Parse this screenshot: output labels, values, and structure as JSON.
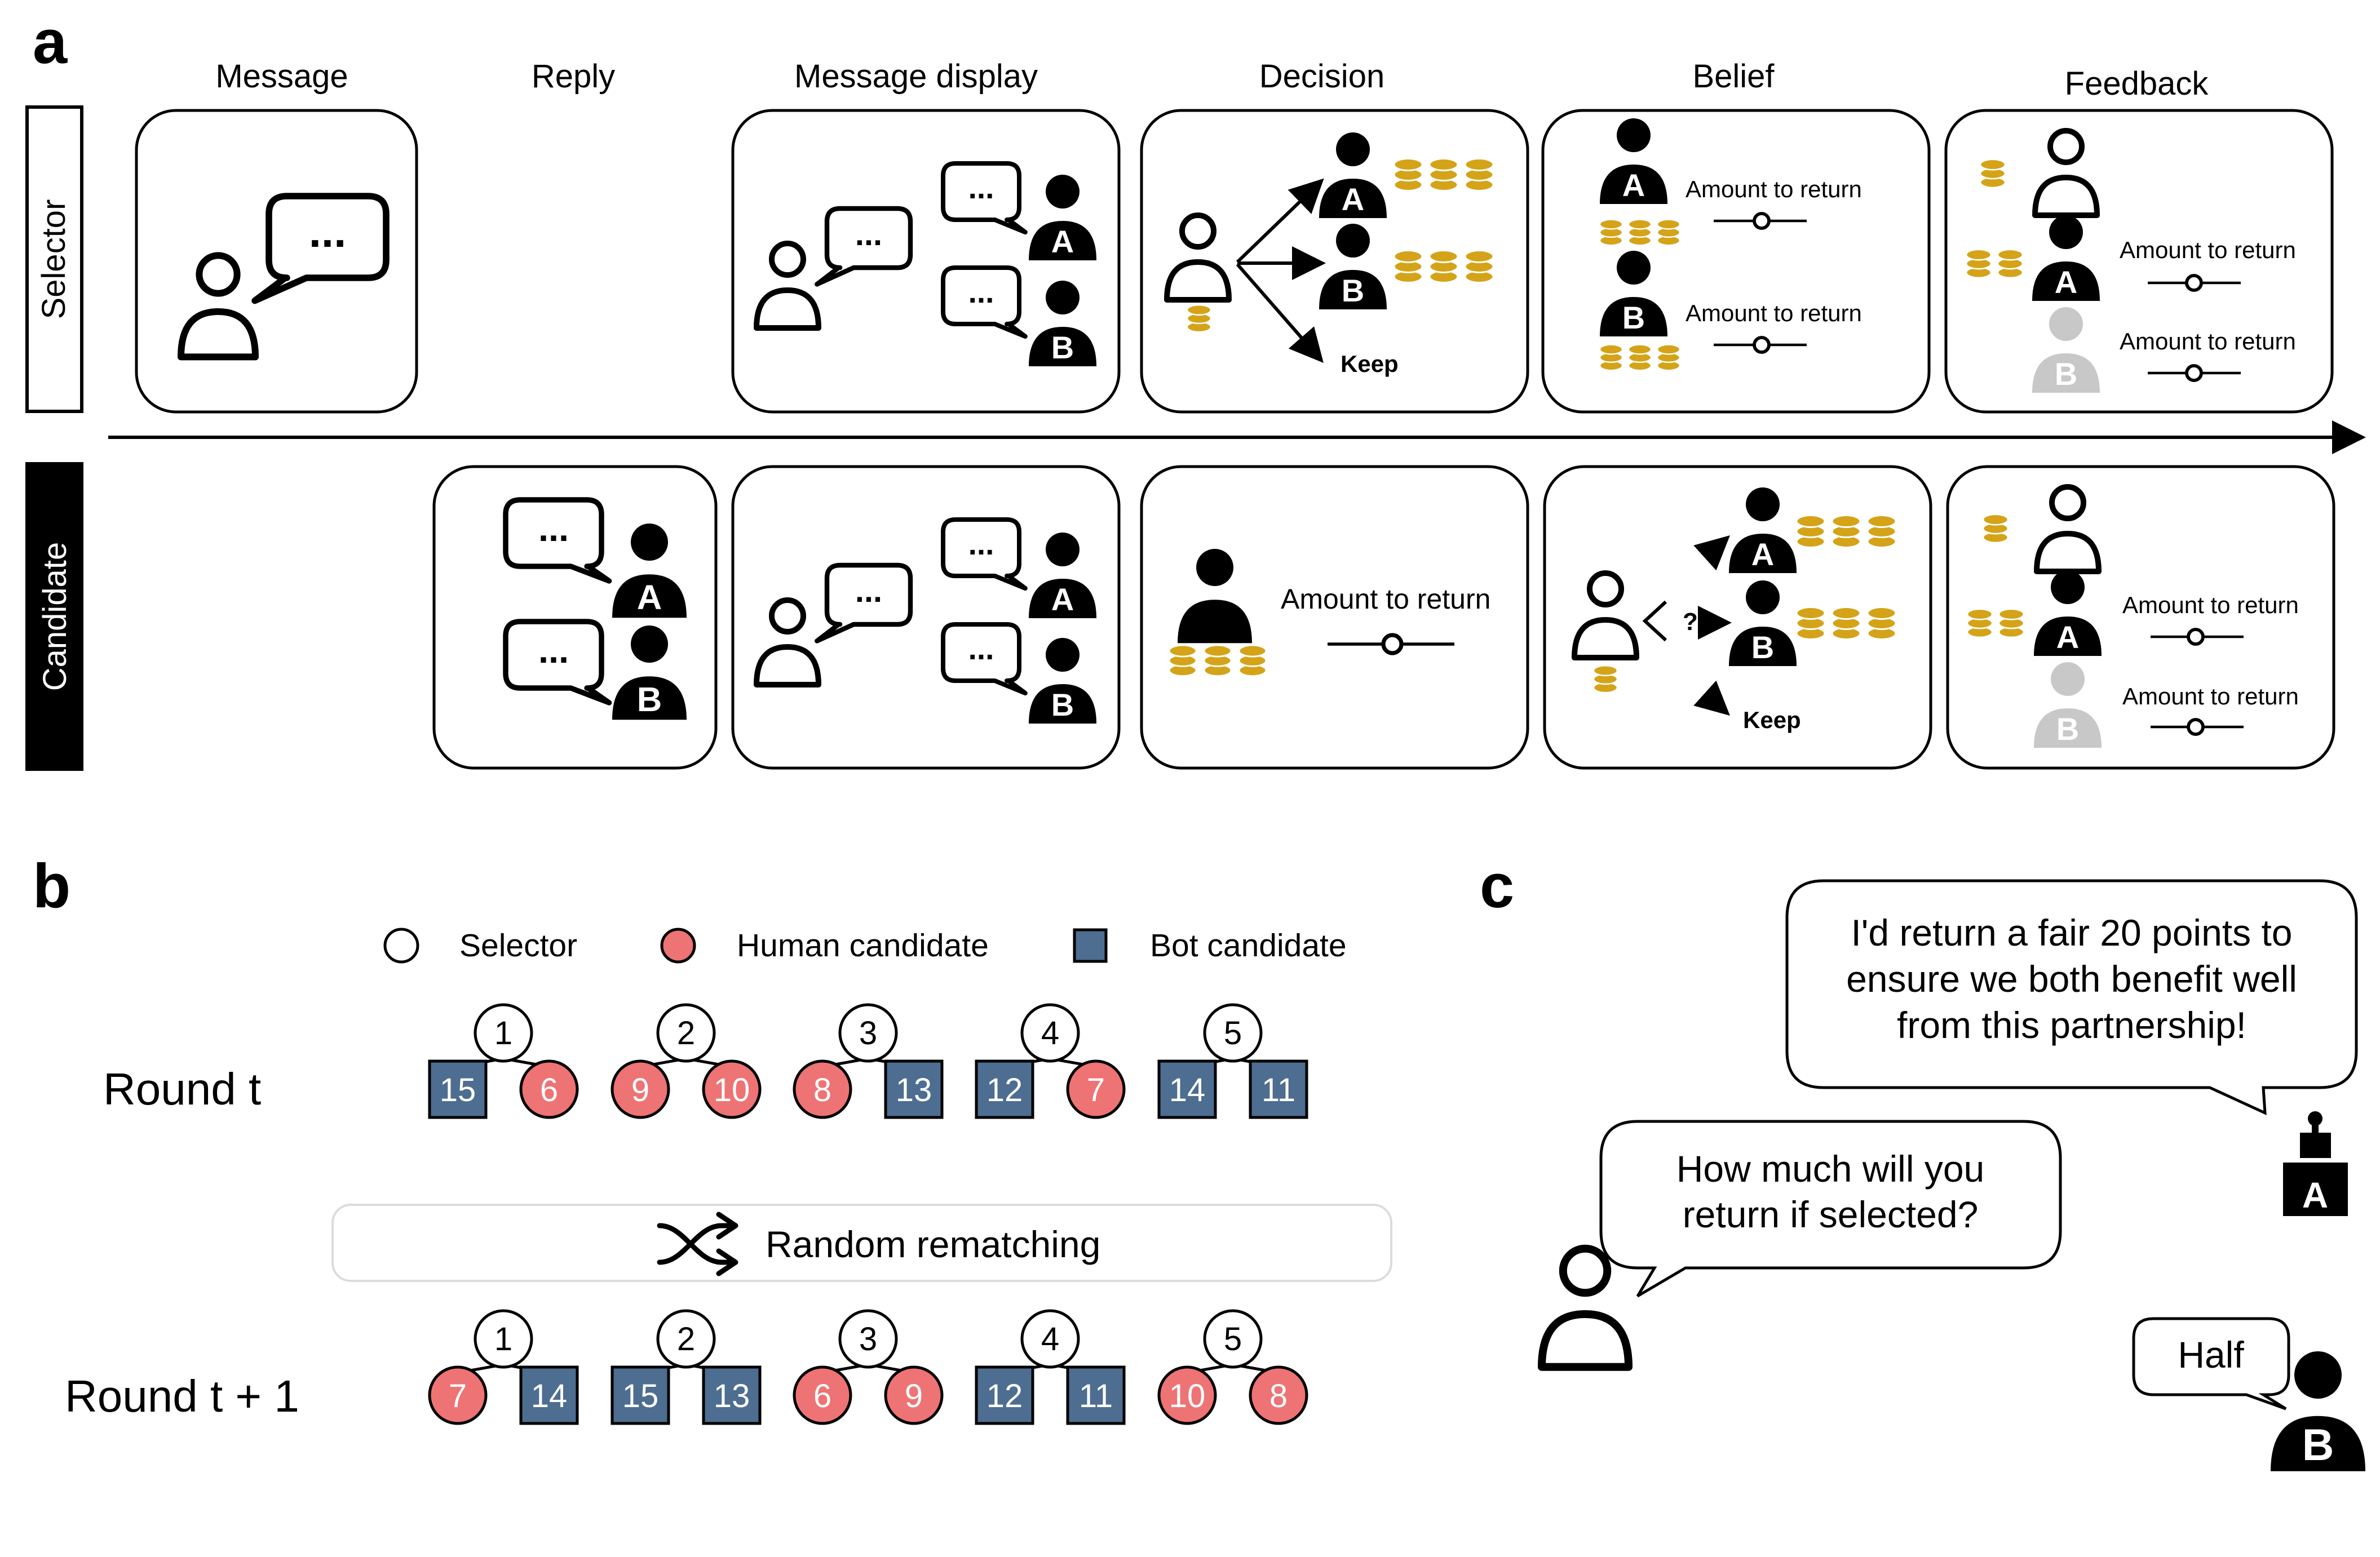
{
  "panel_a": {
    "letter": "a",
    "stages": [
      "Message",
      "Reply",
      "Message display",
      "Decision",
      "Belief",
      "Feedback"
    ],
    "roles": {
      "selector": "Selector",
      "candidate": "Candidate"
    },
    "bubble_dots": "...",
    "badges": {
      "a": "A",
      "b": "B"
    },
    "amount_label": "Amount to return",
    "keep_label": "Keep",
    "question_mark": "?"
  },
  "panel_b": {
    "letter": "b",
    "legend": {
      "selector": "Selector",
      "human": "Human candidate",
      "bot": "Bot candidate"
    },
    "round_t_label": "Round t",
    "round_t1_label": "Round t + 1",
    "rematch_label": "Random rematching",
    "round_t": [
      {
        "selector": "1",
        "left": {
          "id": "15",
          "kind": "bot"
        },
        "right": {
          "id": "6",
          "kind": "human"
        }
      },
      {
        "selector": "2",
        "left": {
          "id": "9",
          "kind": "human"
        },
        "right": {
          "id": "10",
          "kind": "human"
        }
      },
      {
        "selector": "3",
        "left": {
          "id": "8",
          "kind": "human"
        },
        "right": {
          "id": "13",
          "kind": "bot"
        }
      },
      {
        "selector": "4",
        "left": {
          "id": "12",
          "kind": "bot"
        },
        "right": {
          "id": "7",
          "kind": "human"
        }
      },
      {
        "selector": "5",
        "left": {
          "id": "14",
          "kind": "bot"
        },
        "right": {
          "id": "11",
          "kind": "bot"
        }
      }
    ],
    "round_t1": [
      {
        "selector": "1",
        "left": {
          "id": "7",
          "kind": "human"
        },
        "right": {
          "id": "14",
          "kind": "bot"
        }
      },
      {
        "selector": "2",
        "left": {
          "id": "15",
          "kind": "bot"
        },
        "right": {
          "id": "13",
          "kind": "bot"
        }
      },
      {
        "selector": "3",
        "left": {
          "id": "6",
          "kind": "human"
        },
        "right": {
          "id": "9",
          "kind": "human"
        }
      },
      {
        "selector": "4",
        "left": {
          "id": "12",
          "kind": "bot"
        },
        "right": {
          "id": "11",
          "kind": "bot"
        }
      },
      {
        "selector": "5",
        "left": {
          "id": "10",
          "kind": "human"
        },
        "right": {
          "id": "8",
          "kind": "human"
        }
      }
    ]
  },
  "panel_c": {
    "letter": "c",
    "bubble_a_lines": [
      "I'd return a fair 20 points to",
      "ensure we both benefit well",
      "from this partnership!"
    ],
    "bubble_q_lines": [
      "How much will you",
      "return if selected?"
    ],
    "bubble_b_text": "Half",
    "badge_a": "A",
    "badge_b": "B"
  },
  "colors": {
    "coin": "#D4A318",
    "coin_dark": "#8A6A0C",
    "human": "#EE7374",
    "bot": "#4D6D91",
    "grey_person": "#C8C8C8",
    "ink": "#000000"
  }
}
